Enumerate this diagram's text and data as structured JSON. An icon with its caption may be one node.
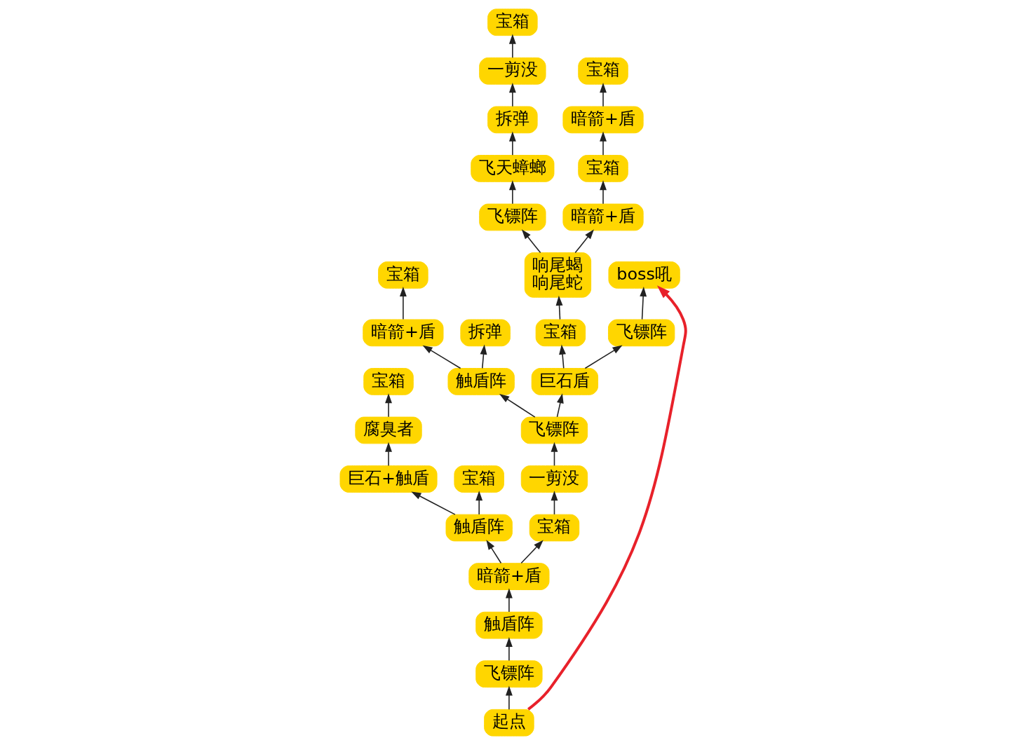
{
  "diagram": {
    "nodes": [
      {
        "text": [
          "宝箱"
        ]
      },
      {
        "text": [
          "一剪没"
        ]
      },
      {
        "text": [
          "拆弹"
        ]
      },
      {
        "text": [
          "飞天蟑螂"
        ]
      },
      {
        "text": [
          "宝箱"
        ]
      },
      {
        "text": [
          "宝箱"
        ]
      },
      {
        "text": [
          "暗箭+盾"
        ]
      },
      {
        "text": [
          "宝箱"
        ]
      },
      {
        "text": [
          "飞镖阵"
        ]
      },
      {
        "text": [
          "腐臭者"
        ]
      },
      {
        "text": [
          "暗箭+盾"
        ]
      },
      {
        "text": [
          "响尾蝎",
          "响尾蛇"
        ]
      },
      {
        "text": [
          "巨石+触盾"
        ]
      },
      {
        "text": [
          "触盾阵"
        ]
      },
      {
        "text": [
          "宝箱"
        ]
      },
      {
        "text": [
          "触盾阵"
        ]
      },
      {
        "text": [
          "暗箭+盾"
        ]
      },
      {
        "text": [
          "宝箱"
        ]
      },
      {
        "text": [
          "一剪没"
        ]
      },
      {
        "text": [
          "宝箱"
        ]
      },
      {
        "text": [
          "飞镖阵"
        ]
      },
      {
        "text": [
          "暗箭+盾"
        ]
      },
      {
        "text": [
          "触盾阵"
        ]
      },
      {
        "text": [
          "飞镖阵"
        ]
      },
      {
        "text": [
          "巨石盾"
        ]
      },
      {
        "text": [
          "起点"
        ]
      },
      {
        "text": [
          "宝箱"
        ]
      },
      {
        "text": [
          "拆弹"
        ]
      },
      {
        "text": [
          "boss吼"
        ]
      },
      {
        "text": [
          "飞镖阵"
        ]
      }
    ],
    "edges": [
      {
        "from": 1,
        "to": 0,
        "arrow": "to"
      },
      {
        "from": 2,
        "to": 1,
        "arrow": "to"
      },
      {
        "from": 3,
        "to": 2,
        "arrow": "to"
      },
      {
        "from": 6,
        "to": 5,
        "arrow": "to"
      },
      {
        "from": 7,
        "to": 6,
        "arrow": "to"
      },
      {
        "from": 8,
        "to": 3,
        "arrow": "to"
      },
      {
        "from": 9,
        "to": 4,
        "arrow": "to"
      },
      {
        "from": 11,
        "to": 10,
        "arrow": "to"
      },
      {
        "from": 10,
        "to": 7,
        "arrow": "to"
      },
      {
        "from": 11,
        "to": 8,
        "arrow": "to"
      },
      {
        "from": 13,
        "to": 12,
        "arrow": "to"
      },
      {
        "from": 13,
        "to": 14,
        "arrow": "to"
      },
      {
        "from": 12,
        "to": 9,
        "arrow": "to"
      },
      {
        "from": 15,
        "to": 16,
        "arrow": "to"
      },
      {
        "from": 16,
        "to": 17,
        "arrow": "to"
      },
      {
        "from": 17,
        "to": 18,
        "arrow": "to"
      },
      {
        "from": 16,
        "to": 13,
        "arrow": "to"
      },
      {
        "from": 19,
        "to": 11,
        "arrow": "to"
      },
      {
        "from": 20,
        "to": 15,
        "arrow": "to"
      },
      {
        "from": 18,
        "to": 23,
        "arrow": "to"
      },
      {
        "from": 23,
        "to": 22,
        "arrow": "to"
      },
      {
        "from": 22,
        "to": 21,
        "arrow": "to"
      },
      {
        "from": 23,
        "to": 24,
        "arrow": "to"
      },
      {
        "from": 24,
        "to": 19,
        "arrow": "to"
      },
      {
        "from": 25,
        "to": 20,
        "arrow": "to"
      },
      {
        "from": 21,
        "to": 26,
        "arrow": "to"
      },
      {
        "from": 22,
        "to": 27,
        "arrow": "to"
      },
      {
        "from": 24,
        "to": 29,
        "arrow": "to"
      },
      {
        "from": 29,
        "to": 28,
        "arrow": "to"
      },
      {
        "from": 25,
        "to": 28,
        "arrow": "to",
        "style": "thick",
        "color": "#e8212a"
      }
    ]
  }
}
